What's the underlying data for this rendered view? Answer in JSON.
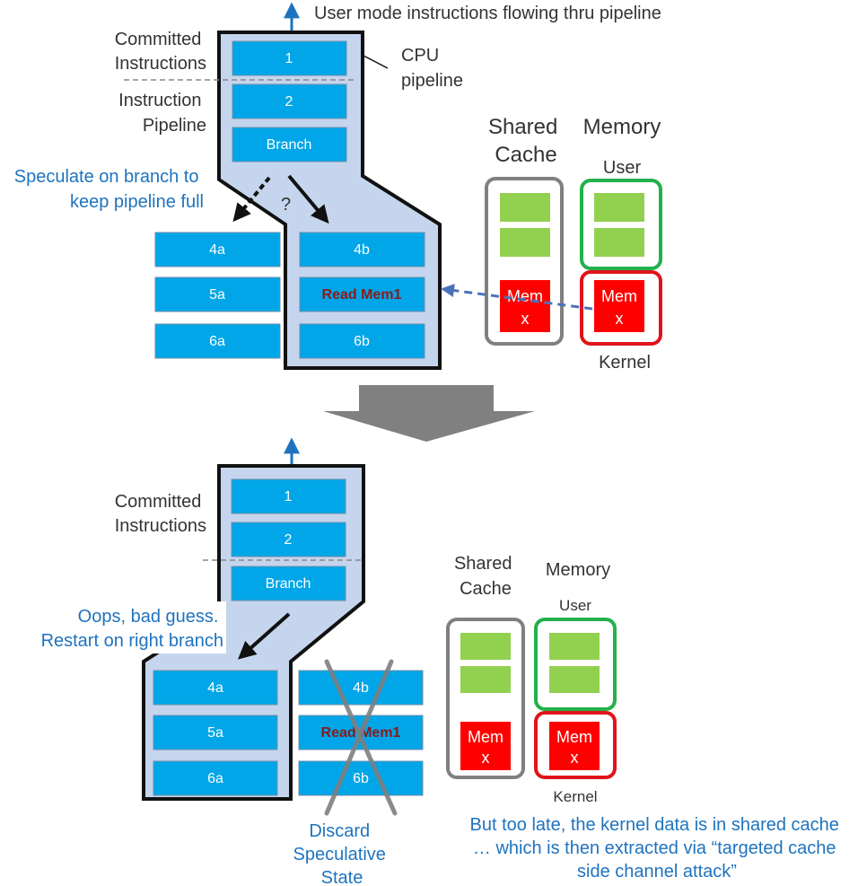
{
  "colors": {
    "pipeline_fill": "#c5d5ee",
    "pipeline_stroke": "#111111",
    "instr_box": "#00a6e8",
    "cache_stroke": "#808080",
    "user_stroke": "#22b14c",
    "kernel_stroke": "#e0141b",
    "green_block": "#92d050",
    "red_block": "#ff0000",
    "note_text": "#1e73be",
    "transition_arrow": "#808080"
  },
  "top": {
    "flow_label": "User mode instructions flowing thru pipeline",
    "committed_label": [
      "Committed",
      "Instructions"
    ],
    "pipeline_label": [
      "Instruction",
      "Pipeline"
    ],
    "cpu_label": [
      "CPU",
      "pipeline"
    ],
    "speculate_note": [
      "Speculate on branch to",
      "keep pipeline full"
    ],
    "question_mark": "?",
    "instr": {
      "i1": "1",
      "i2": "2",
      "branch": "Branch",
      "i4a": "4a",
      "i5a": "5a",
      "i6a": "6a",
      "i4b": "4b",
      "read_mem": "Read Mem1",
      "i6b": "6b"
    },
    "shared_cache_label": [
      "Shared",
      "Cache"
    ],
    "memory_label": "Memory",
    "user_label": "User",
    "kernel_label": "Kernel",
    "cache_mem": [
      "Mem",
      "x"
    ],
    "kernel_mem": [
      "Mem",
      "x"
    ]
  },
  "bottom": {
    "committed_label": [
      "Committed",
      "Instructions"
    ],
    "oops_note": [
      "Oops, bad guess.",
      "Restart on right branch"
    ],
    "instr": {
      "i1": "1",
      "i2": "2",
      "branch": "Branch",
      "i4a": "4a",
      "i5a": "5a",
      "i6a": "6a",
      "i4b": "4b",
      "read_mem": "Read Mem1",
      "i6b": "6b"
    },
    "shared_cache_label": [
      "Shared",
      "Cache"
    ],
    "memory_label": "Memory",
    "user_label": "User",
    "kernel_label": "Kernel",
    "cache_mem": [
      "Mem",
      "x"
    ],
    "kernel_mem": [
      "Mem",
      "x"
    ],
    "discard_label": [
      "Discard",
      "Speculative",
      "State"
    ],
    "late_note": [
      "But too late, the kernel data is in shared cache",
      "… which is then extracted via “targeted cache",
      "side channel attack”"
    ]
  }
}
